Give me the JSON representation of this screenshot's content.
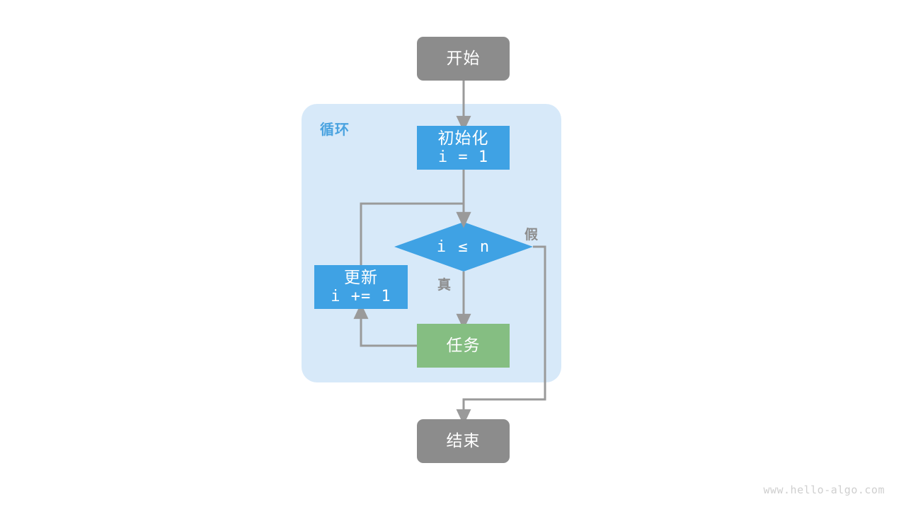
{
  "diagram": {
    "title_watermark": "www.hello-algo.com",
    "loop_container": {
      "label": "循环",
      "fill": "#d7e9f9",
      "label_color": "#4aa3e0"
    },
    "colors": {
      "terminal": "#8c8c8c",
      "process": "#3fa2e4",
      "task": "#85be82",
      "edge": "#9a9a9a",
      "loop_bg": "#d7e9f9",
      "text_on_node": "#ffffff",
      "edge_label": "#8c8c8c",
      "watermark": "#cfcfcf"
    },
    "nodes": {
      "start": {
        "label": "开始",
        "type": "terminal"
      },
      "init": {
        "label": "初始化",
        "code": "i = 1",
        "type": "process"
      },
      "decision": {
        "label": "i ≤ n",
        "type": "decision"
      },
      "update": {
        "label": "更新",
        "code": "i += 1",
        "type": "process"
      },
      "task": {
        "label": "任务",
        "type": "task"
      },
      "end": {
        "label": "结束",
        "type": "terminal"
      }
    },
    "edge_labels": {
      "true": "真",
      "false": "假"
    }
  }
}
